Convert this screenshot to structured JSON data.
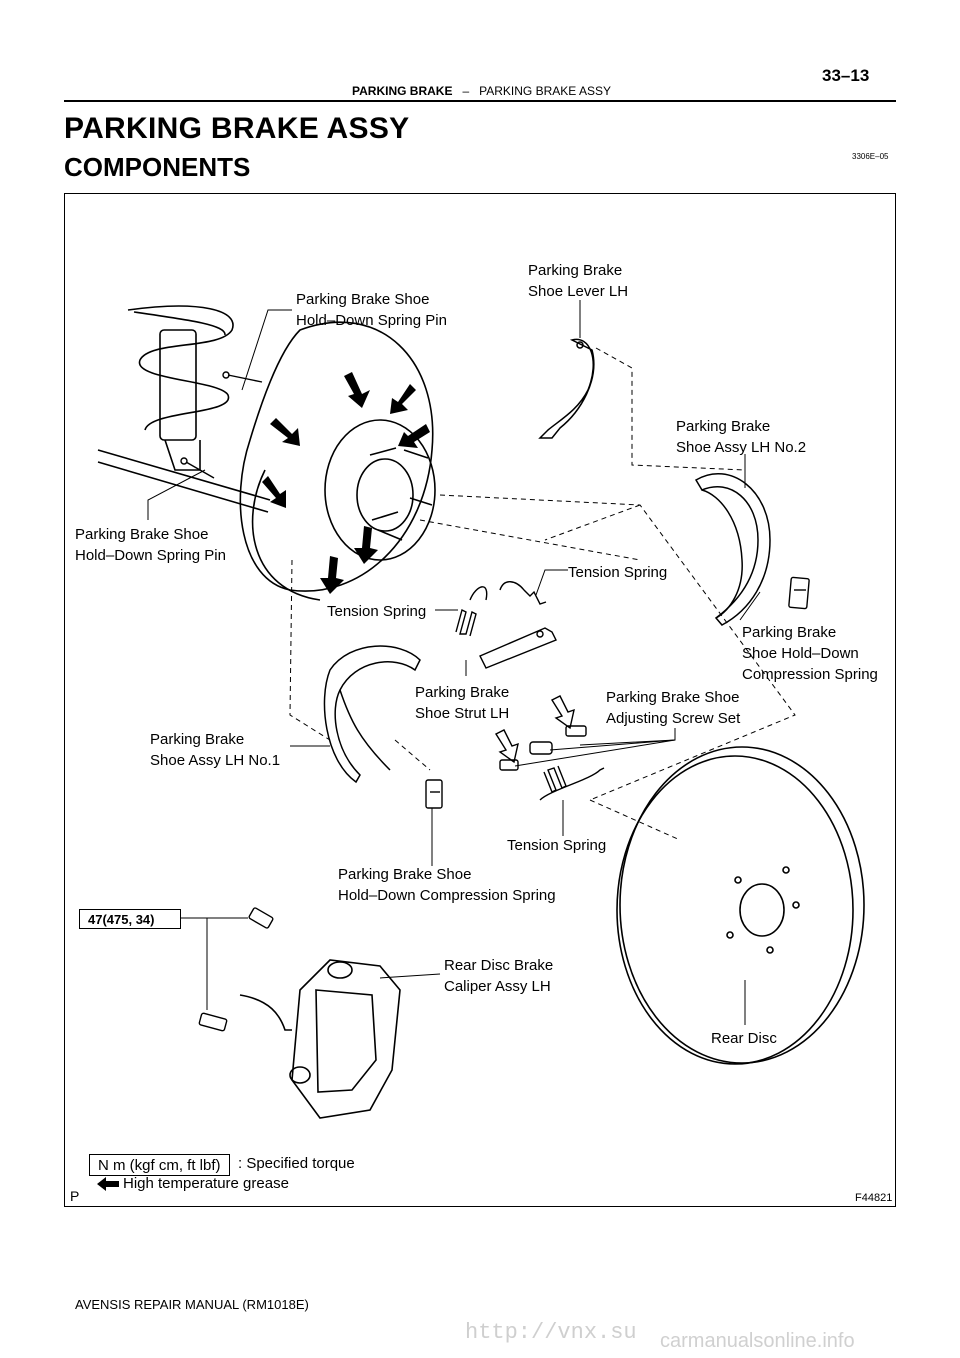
{
  "header": {
    "page_number": "33–13",
    "section": "PARKING BRAKE",
    "separator": "–",
    "subsection": "PARKING BRAKE ASSY"
  },
  "title": "PARKING BRAKE ASSY",
  "subtitle": "COMPONENTS",
  "doc_id": "3306E–05",
  "labels": {
    "shoe_lever_1": "Parking Brake",
    "shoe_lever_2": "Shoe Lever LH",
    "pin_top_1": "Parking Brake Shoe",
    "pin_top_2": "Hold–Down Spring Pin",
    "shoe_no2_1": "Parking Brake",
    "shoe_no2_2": "Shoe Assy LH No.2",
    "pin_left_1": "Parking Brake Shoe",
    "pin_left_2": "Hold–Down Spring Pin",
    "tension_right": "Tension Spring",
    "tension_left": "Tension Spring",
    "comp_right_1": "Parking Brake",
    "comp_right_2": "Shoe Hold–Down",
    "comp_right_3": "Compression Spring",
    "strut_1": "Parking Brake",
    "strut_2": "Shoe Strut LH",
    "adjust_1": "Parking Brake Shoe",
    "adjust_2": "Adjusting Screw Set",
    "shoe_no1_1": "Parking Brake",
    "shoe_no1_2": "Shoe Assy LH No.1",
    "tension_bottom": "Tension Spring",
    "comp_bottom_1": "Parking Brake Shoe",
    "comp_bottom_2": "Hold–Down Compression Spring",
    "caliper_1": "Rear Disc Brake",
    "caliper_2": "Caliper Assy LH",
    "rear_disc": "Rear Disc"
  },
  "torque_spec": "47(475, 34)",
  "legend": {
    "torque_unit": "N m (kgf cm, ft lbf)",
    "torque_text": ": Specified torque",
    "grease_text": "High temperature grease"
  },
  "corner_mark": "P",
  "figure_id": "F44821",
  "footer": "AVENSIS REPAIR MANUAL   (RM1018E)",
  "watermark": {
    "url": "http://vnx.su",
    "site": "carmanualsonline.info"
  }
}
